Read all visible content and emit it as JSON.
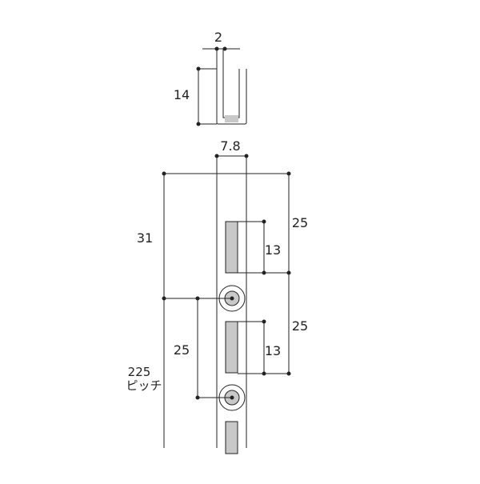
{
  "diagram": {
    "top_view": {
      "width_dim": "2",
      "height_dim": "14"
    },
    "front_view": {
      "width_dim": "7.8",
      "top_offset_dim": "31",
      "slot_spacing_dim_1": "25",
      "slot_spacing_dim_2": "25",
      "slot_height_dim_1": "13",
      "slot_height_dim_2": "13",
      "hole_pitch_dim": "25",
      "total_dim": "225",
      "total_dim_suffix": "ピッチ"
    },
    "colors": {
      "line": "#222222",
      "slot_fill": "#c8c8c8",
      "hole_fill": "#c8c8c8"
    }
  }
}
